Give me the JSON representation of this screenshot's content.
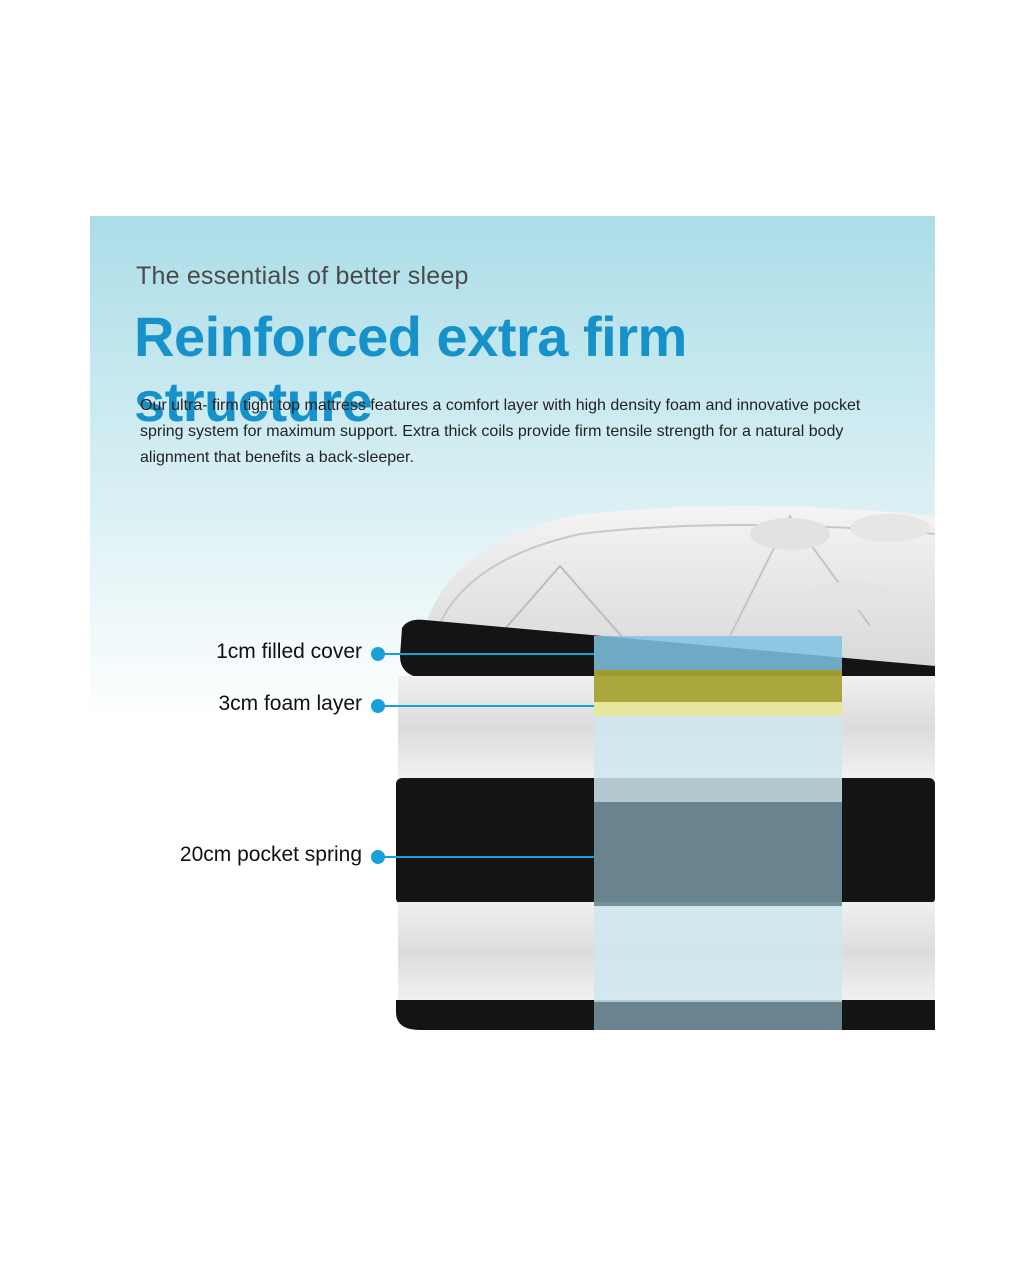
{
  "header": {
    "eyebrow": "The essentials of better sleep",
    "headline": "Reinforced extra firm structure",
    "description": "Our ultra- firm tight top mattress features a comfort layer with high density foam and innovative pocket spring system for maximum support. Extra thick coils provide firm tensile strength for a natural body alignment that benefits a back-sleeper."
  },
  "layers": [
    {
      "label": "1cm filled cover",
      "color": "#7fc3e3"
    },
    {
      "label": "3cm foam layer",
      "color": "#d9d97a"
    },
    {
      "label": "20cm pocket spring",
      "color": "#6f8a96"
    }
  ],
  "colors": {
    "accent": "#1791c9",
    "callout_dot": "#1aa0d8"
  }
}
